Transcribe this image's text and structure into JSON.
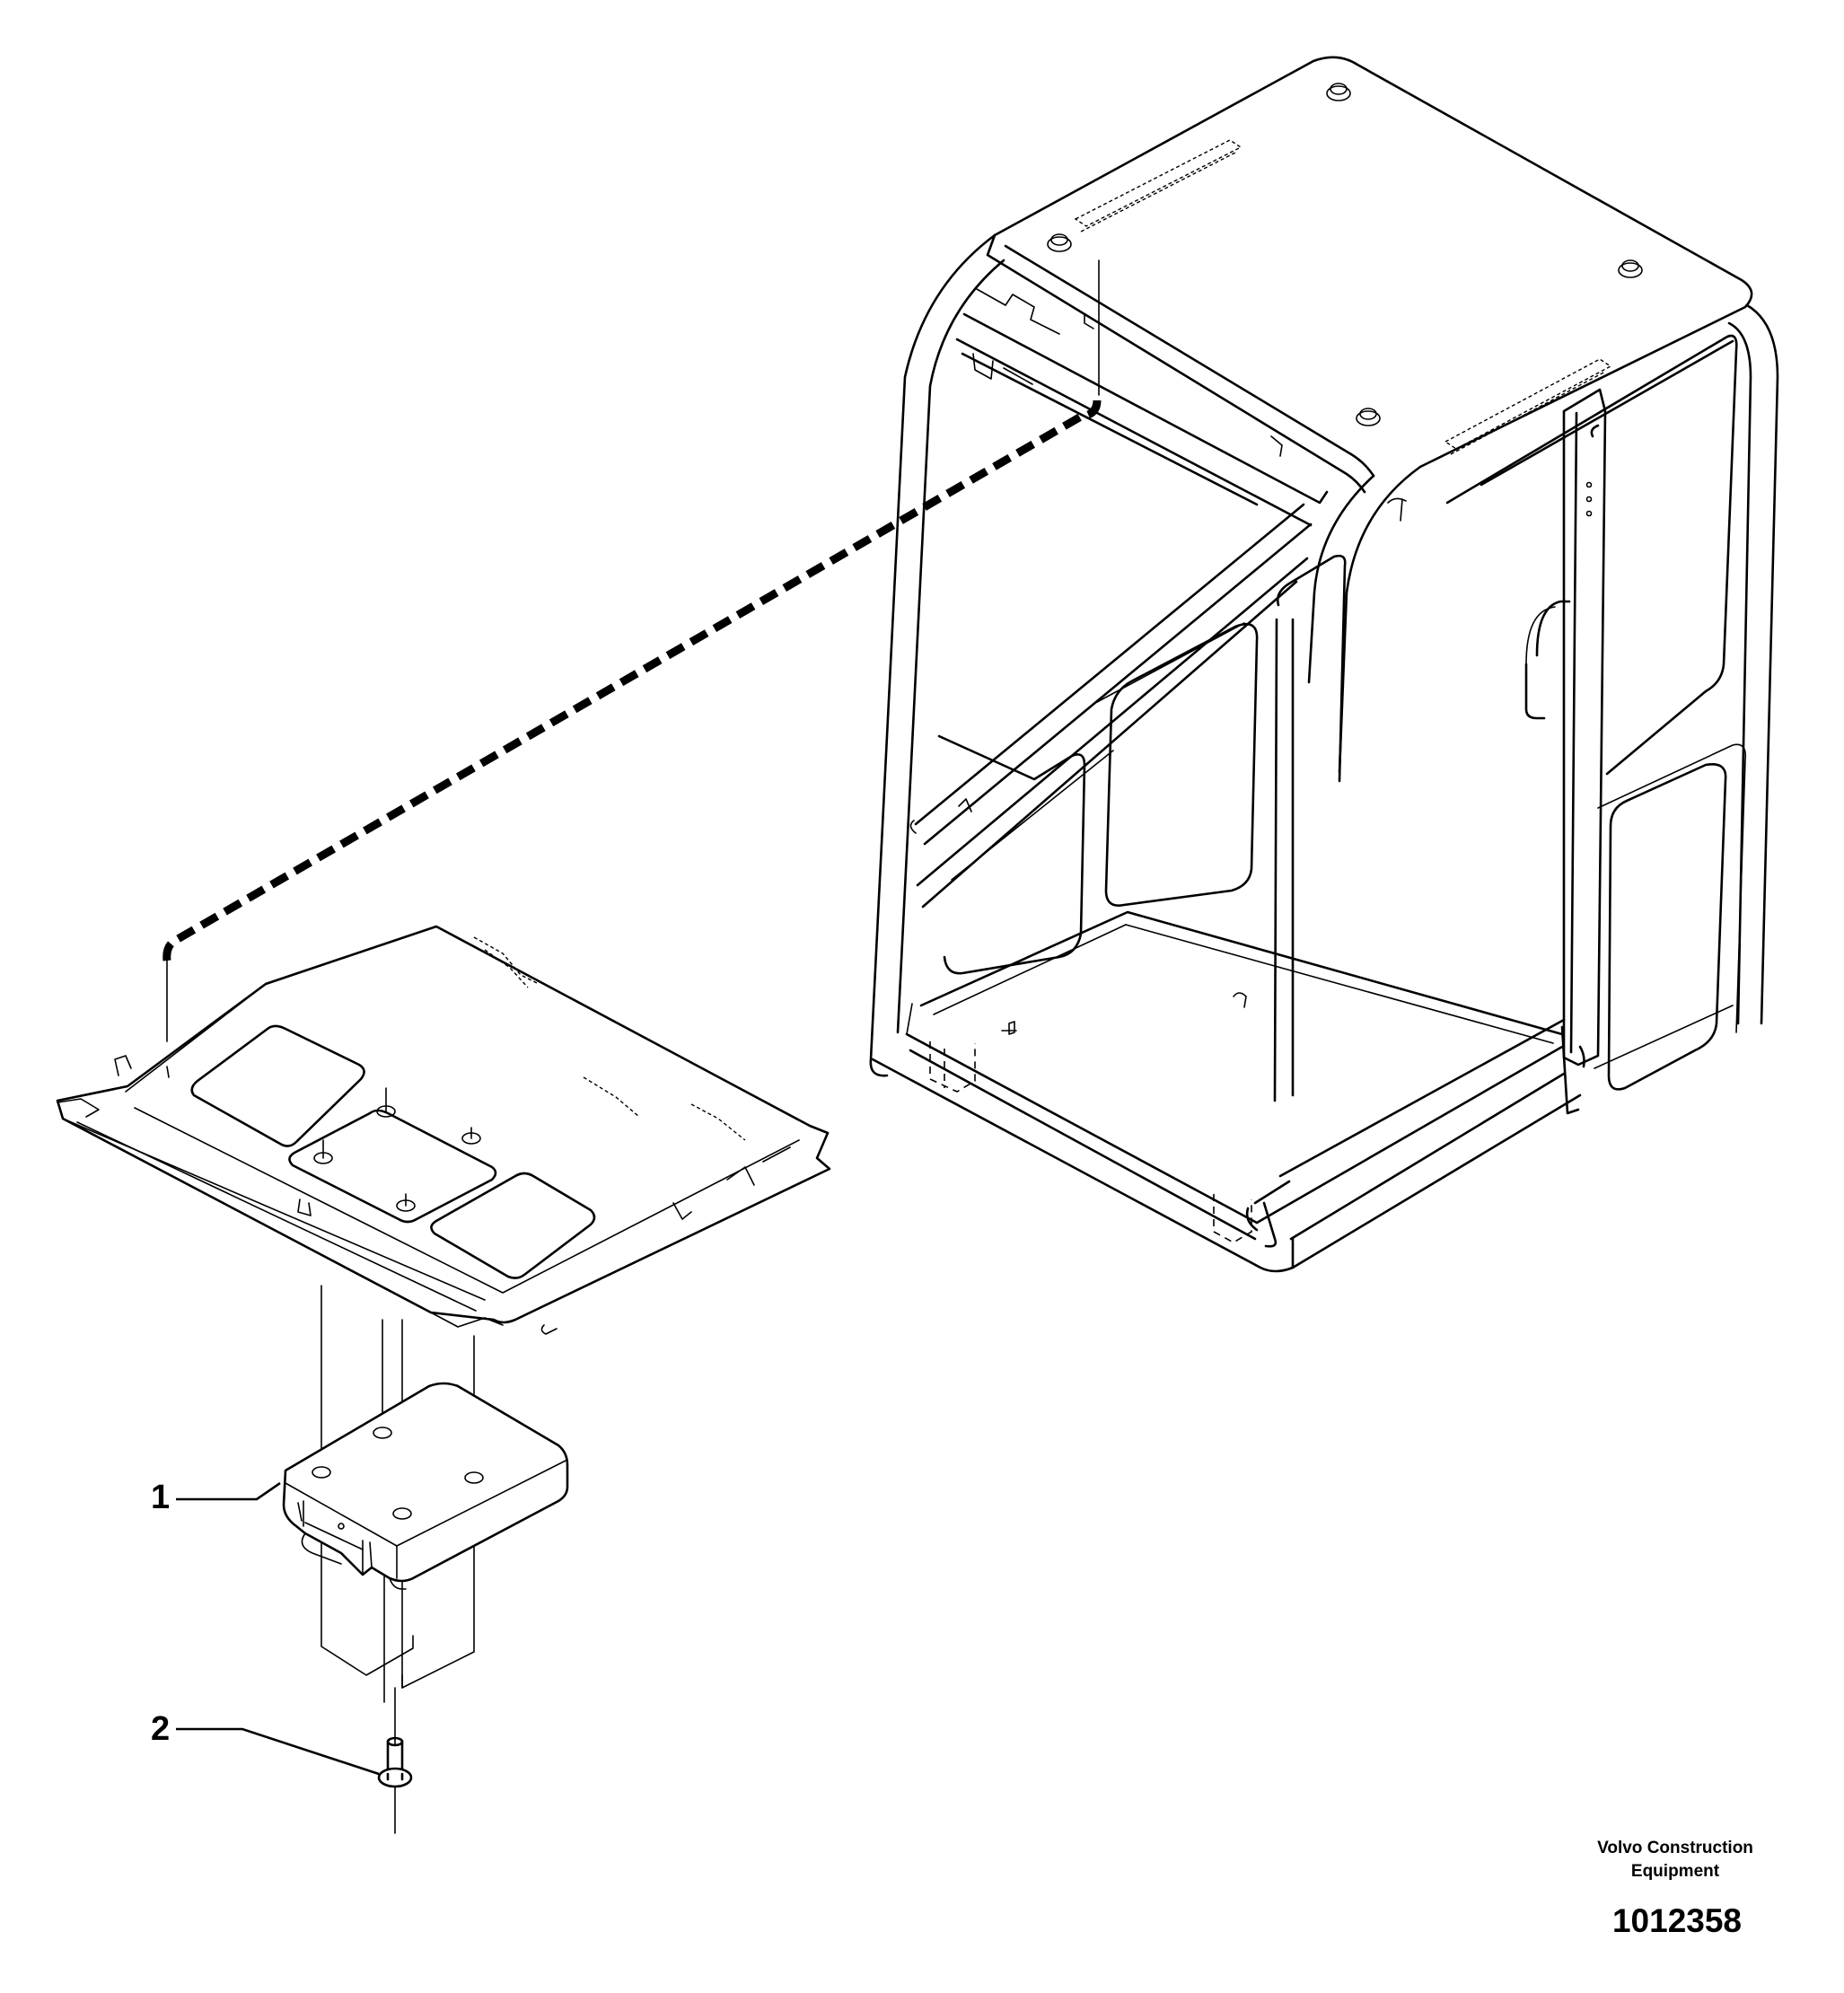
{
  "callouts": [
    {
      "label": "1",
      "part": "control-unit"
    },
    {
      "label": "2",
      "part": "bolt"
    }
  ],
  "footer": {
    "manufacturer_line1": "Volvo Construction",
    "manufacturer_line2": "Equipment",
    "drawing_number": "1012358"
  }
}
